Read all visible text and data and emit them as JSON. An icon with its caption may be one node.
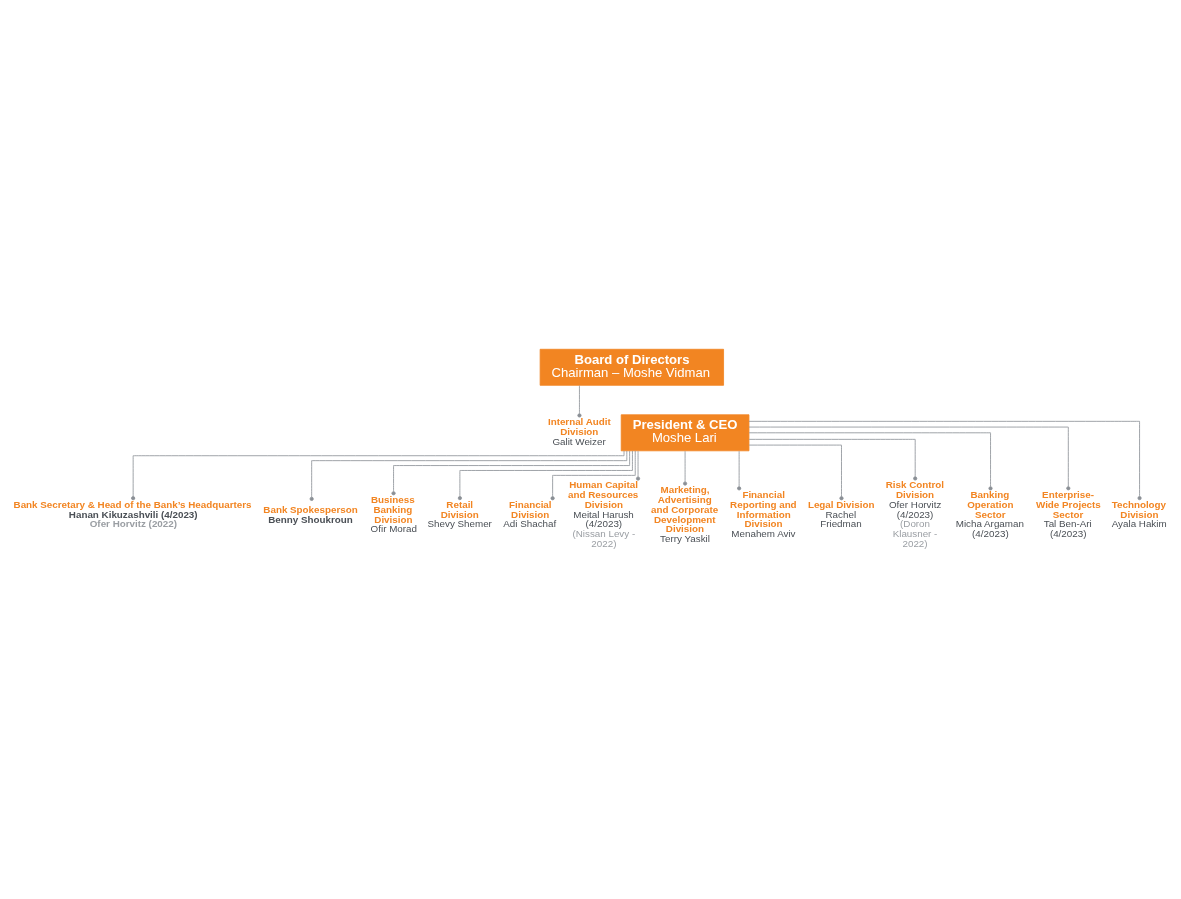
{
  "diagram": {
    "nodes": [
      {
        "text": [
          "Board of Directors",
          "Chairman – Moshe Vidman"
        ]
      },
      {
        "text": [
          "Internal Audit Division",
          "Galit Weizer"
        ]
      },
      {
        "text": [
          "President & CEO",
          "Moshe Lari"
        ]
      },
      {
        "text": [
          "Bank Secretary & Head of the Bank’s Headquarters",
          "Hanan Kikuzashvili (4/2023)",
          "Ofer Horvitz (2022)"
        ]
      },
      {
        "text": [
          "Bank Spokesperson",
          "Benny Shoukroun"
        ]
      },
      {
        "text": [
          "Business Banking Division",
          "Ofir Morad"
        ]
      },
      {
        "text": [
          "Retail Division",
          "Shevy Shemer"
        ]
      },
      {
        "text": [
          "Financial Division",
          "Adi Shachaf"
        ]
      },
      {
        "text": [
          "Human Capital and Resources Division",
          "Meital Harush (4/2023)",
          "(Nissan Levy - 2022)"
        ]
      },
      {
        "text": [
          "Marketing, Advertising and Corporate Development Division",
          "Terry Yaskil"
        ]
      },
      {
        "text": [
          "Financial Reporting and Information Division",
          "Menahem Aviv"
        ]
      },
      {
        "text": [
          "Legal Division",
          "Rachel Friedman"
        ]
      },
      {
        "text": [
          "Risk Control Division",
          "Ofer Horvitz (4/2023)",
          "(Doron Klausner - 2022)"
        ]
      },
      {
        "text": [
          "Banking Operation Sector",
          "Micha Argaman (4/2023)"
        ]
      },
      {
        "text": [
          "Enterprise-Wide Projects Sector",
          "Tal Ben-Ari (4/2023)"
        ]
      },
      {
        "text": [
          "Technology Division",
          "Ayala Hakim"
        ]
      }
    ],
    "edges": [
      {
        "from": 0,
        "to": 1,
        "arrow": "other"
      },
      {
        "from": 2,
        "to": 3,
        "arrow": "other"
      },
      {
        "from": 2,
        "to": 4,
        "arrow": "other"
      },
      {
        "from": 2,
        "to": 5,
        "arrow": "other"
      },
      {
        "from": 2,
        "to": 6,
        "arrow": "other"
      },
      {
        "from": 2,
        "to": 7,
        "arrow": "other"
      },
      {
        "from": 2,
        "to": 8,
        "arrow": "other"
      },
      {
        "from": 2,
        "to": 9,
        "arrow": "other"
      },
      {
        "from": 2,
        "to": 10,
        "arrow": "other"
      },
      {
        "from": 2,
        "to": 11,
        "arrow": "other"
      },
      {
        "from": 2,
        "to": 12,
        "arrow": "other"
      },
      {
        "from": 2,
        "to": 13,
        "arrow": "other"
      },
      {
        "from": 2,
        "to": 14,
        "arrow": "other"
      },
      {
        "from": 2,
        "to": 15,
        "arrow": "other"
      }
    ]
  }
}
